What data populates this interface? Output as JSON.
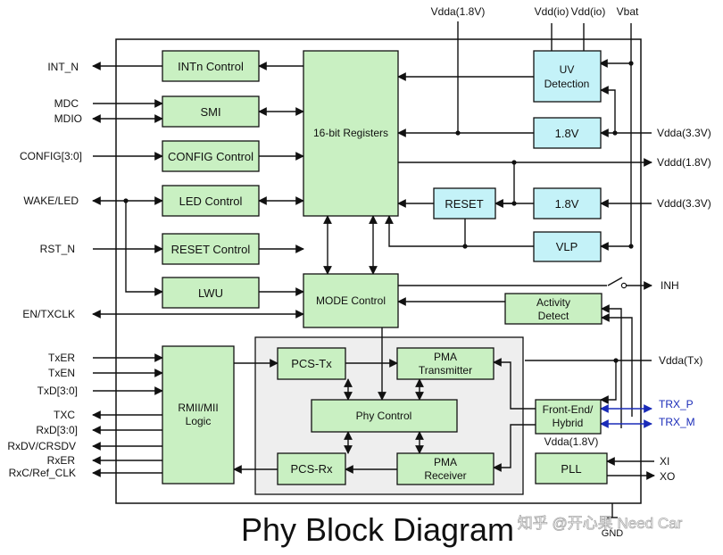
{
  "title": "Phy Block Diagram",
  "watermark": "知乎 @开心果 Need Car",
  "blocks": {
    "intn": "INTn Control",
    "smi": "SMI",
    "config": "CONFIG Control",
    "led": "LED Control",
    "reset_ctrl": "RESET Control",
    "lwu": "LWU",
    "registers": "16-bit Registers",
    "mode": "MODE Control",
    "uv_line1": "UV",
    "uv_line2": "Detection",
    "reg18a": "1.8V",
    "reset": "RESET",
    "reg18d": "1.8V",
    "vlp": "VLP",
    "activity_line1": "Activity",
    "activity_line2": "Detect",
    "rmii_line1": "RMII/MII",
    "rmii_line2": "Logic",
    "pcs_tx": "PCS-Tx",
    "pma_tx_line1": "PMA",
    "pma_tx_line2": "Transmitter",
    "phy_control": "Phy Control",
    "pcs_rx": "PCS-Rx",
    "pma_rx_line1": "PMA",
    "pma_rx_line2": "Receiver",
    "frontend_line1": "Front-End/",
    "frontend_line2": "Hybrid",
    "pll": "PLL"
  },
  "signals": {
    "int_n": "INT_N",
    "mdc": "MDC",
    "mdio": "MDIO",
    "config": "CONFIG[3:0]",
    "wake_led": "WAKE/LED",
    "rst_n": "RST_N",
    "en_txclk": "EN/TXCLK",
    "txer": "TxER",
    "txen": "TxEN",
    "txd": "TxD[3:0]",
    "txc": "TXC",
    "rxd": "RxD[3:0]",
    "rxdv": "RxDV/CRSDV",
    "rxer": "RxER",
    "rxc": "RxC/Ref_CLK",
    "vdda18_top": "Vdda(1.8V)",
    "vddio1": "Vdd(io)",
    "vddio2": "Vdd(io)",
    "vbat": "Vbat",
    "vdda33": "Vdda(3.3V)",
    "vddd18": "Vddd(1.8V)",
    "vddd33": "Vddd(3.3V)",
    "inh": "INH",
    "vdda_tx": "Vdda(Tx)",
    "trx_p": "TRX_P",
    "trx_m": "TRX_M",
    "vdda18_pll": "Vdda(1.8V)",
    "xi": "XI",
    "xo": "XO",
    "gnd": "GND"
  },
  "colors": {
    "control_block": "#c9f0c2",
    "power_block": "#c4f2f8",
    "phy_region": "#eeeeee",
    "trx_lines": "#1a2bb8"
  }
}
